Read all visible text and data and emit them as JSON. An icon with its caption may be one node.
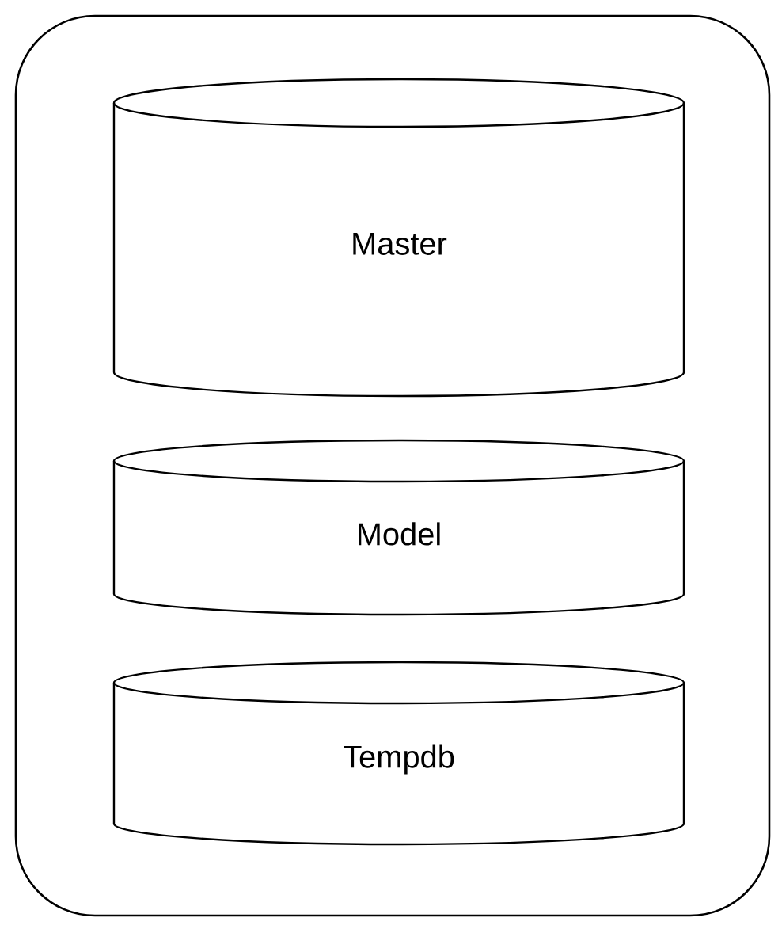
{
  "diagram": {
    "nodes": [
      {
        "text": [],
        "shape": "box"
      },
      {
        "text": [
          "Master"
        ],
        "in": 0
      },
      {
        "text": [
          "Model"
        ],
        "in": 0
      },
      {
        "text": [
          "Tempdb"
        ],
        "in": 0
      }
    ]
  }
}
